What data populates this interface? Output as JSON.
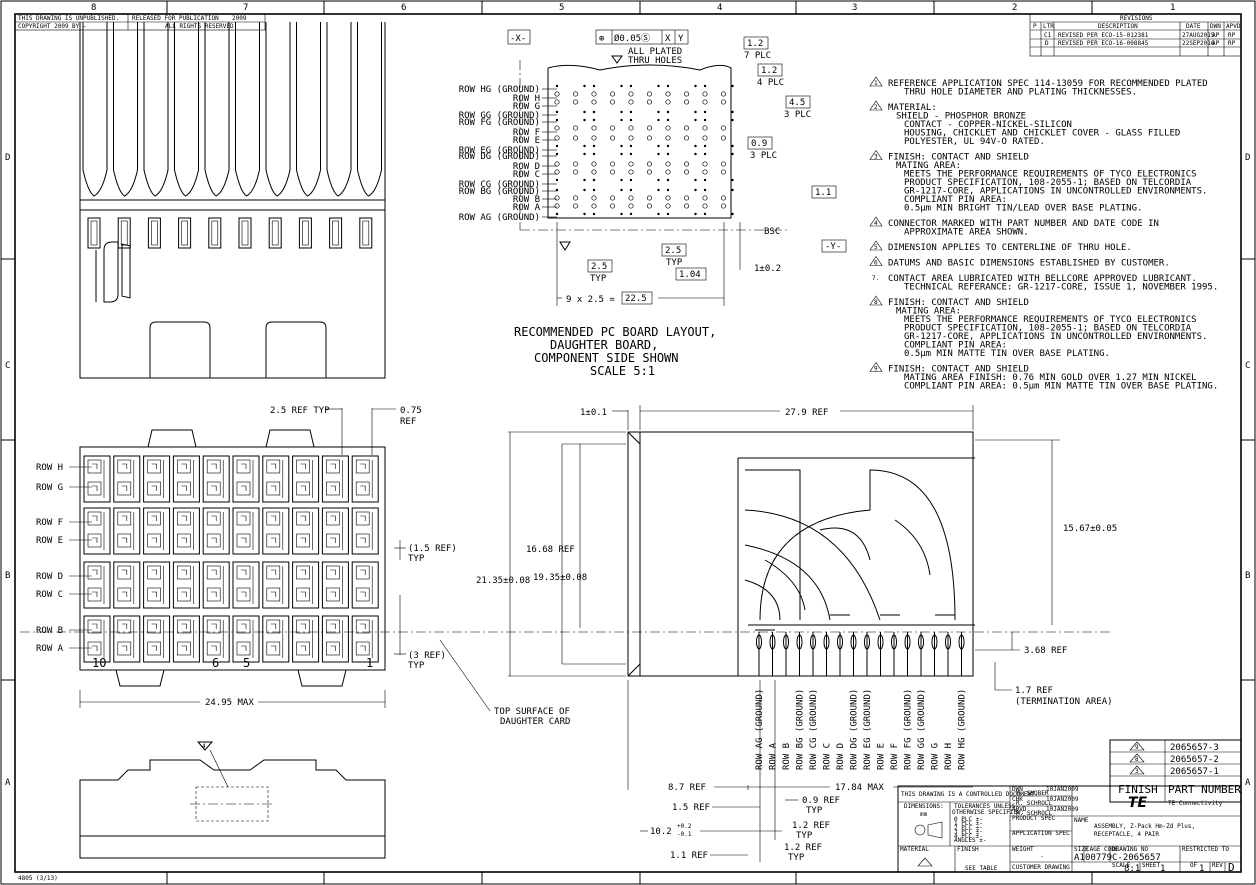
{
  "zones": {
    "columns": [
      "8",
      "7",
      "6",
      "5",
      "4",
      "3",
      "2",
      "1"
    ],
    "rows": [
      "D",
      "C",
      "B",
      "A"
    ]
  },
  "header": {
    "unpublished": "THIS DRAWING IS UNPUBLISHED.",
    "copyright": "COPYRIGHT 2009",
    "by": "BY -",
    "released": "RELEASED FOR PUBLICATION",
    "year": "2009",
    "rights": "ALL RIGHTS RESERVED."
  },
  "revisions": {
    "title": "REVISIONS",
    "cols": [
      "P",
      "LTR",
      "DESCRIPTION",
      "DATE",
      "DWN",
      "APVD"
    ],
    "rows": [
      {
        "ltr": "C1",
        "desc": "REVISED PER ECO-15-012381",
        "date": "27AUG2015",
        "dwn": "AP",
        "apvd": "RP"
      },
      {
        "ltr": "D",
        "desc": "REVISED PER ECO-16-008845",
        "date": "22SEP2016",
        "dwn": "AP",
        "apvd": "RP"
      }
    ]
  },
  "layout": {
    "datum_x": "-X-",
    "datum_y": "-Y-",
    "tol_frame": [
      "⊕",
      "Ø0.05Ⓢ",
      "X",
      "Y"
    ],
    "all_plated_1": "ALL PLATED",
    "all_plated_2": "THRU HOLES",
    "rows_left": [
      "ROW HG (GROUND)",
      "ROW H",
      "ROW G",
      "ROW GG (GROUND)",
      "ROW FG (GROUND)",
      "ROW F",
      "ROW E",
      "ROW EG (GROUND)",
      "ROW DG (GROUND)",
      "ROW D",
      "ROW C",
      "ROW CG (GROUND)",
      "ROW BG (GROUND)",
      "ROW B",
      "ROW A",
      "ROW AG (GROUND)"
    ],
    "dims": {
      "d12": "1.2",
      "plc7": "7 PLC",
      "d12b": "1.2",
      "plc4": "4 PLC",
      "d45": "4.5",
      "plc3": "3 PLC",
      "d09": "0.9",
      "plc3b": "3 PLC",
      "d11": "1.1",
      "bsc": "BSC",
      "d25": "2.5",
      "typ": "TYP",
      "d25b": "2.5",
      "typb": "TYP",
      "d104": "1.04",
      "d102": "1±0.2",
      "pitch": "9 x 2.5 =",
      "pitch_val": "22.5"
    },
    "caption": [
      "RECOMMENDED PC BOARD LAYOUT,",
      "DAUGHTER BOARD,",
      "COMPONENT SIDE SHOWN",
      "SCALE  5:1"
    ]
  },
  "notes": [
    {
      "tag": "1",
      "lines": [
        "REFERENCE APPLICATION SPEC 114-13059 FOR RECOMMENDED PLATED",
        "THRU HOLE DIAMETER AND PLATING THICKNESSES."
      ]
    },
    {
      "tag": "2",
      "lines": [
        "MATERIAL:",
        "SHIELD - PHOSPHOR BRONZE",
        "CONTACT - COPPER-NICKEL-SILICON",
        "HOUSING, CHICKLET AND CHICKLET COVER - GLASS FILLED",
        "POLYESTER, UL 94V-O RATED."
      ]
    },
    {
      "tag": "3",
      "lines": [
        "FINISH: CONTACT AND SHIELD",
        "MATING AREA:",
        "MEETS THE PERFORMANCE REQUIREMENTS OF TYCO ELECTRONICS",
        "PRODUCT SPECIFICATION, 108-2055-1; BASED ON TELCORDIA",
        "GR-1217-CORE, APPLICATIONS IN UNCONTROLLED ENVIRONMENTS.",
        "COMPLIANT PIN AREA:",
        "0.5µm MIN BRIGHT TIN/LEAD OVER BASE PLATING."
      ]
    },
    {
      "tag": "4",
      "lines": [
        "CONNECTOR MARKED WITH PART NUMBER AND DATE CODE IN",
        "APPROXIMATE AREA SHOWN."
      ]
    },
    {
      "tag": "5",
      "lines": [
        "DIMENSION APPLIES TO CENTERLINE OF THRU HOLE."
      ]
    },
    {
      "tag": "6",
      "lines": [
        "DATUMS AND BASIC DIMENSIONS ESTABLISHED BY CUSTOMER."
      ]
    },
    {
      "tag": "7.",
      "lines": [
        "CONTACT AREA LUBRICATED WITH BELLCORE APPROVED LUBRICANT.",
        "TECHNICAL REFERANCE: GR-1217-CORE, ISSUE 1, NOVEMBER 1995."
      ]
    },
    {
      "tag": "8",
      "lines": [
        "FINISH: CONTACT AND SHIELD",
        "MATING AREA:",
        "MEETS THE PERFORMANCE REQUIREMENTS OF TYCO ELECTRONICS",
        "PRODUCT SPECIFICATION, 108-2055-1; BASED ON TELCORDIA",
        "GR-1217-CORE, APPLICATIONS IN UNCONTROLLED ENVIRONMENTS.",
        "COMPLIANT PIN AREA:",
        "0.5µm MIN MATTE TIN OVER BASE PLATING."
      ]
    },
    {
      "tag": "9",
      "lines": [
        "FINISH: CONTACT AND SHIELD",
        "MATING AREA FINISH: 0.76 MIN GOLD OVER 1.27 MIN NICKEL",
        "COMPLIANT PIN AREA: 0.5µm MIN MATTE TIN OVER BASE PLATING."
      ]
    }
  ],
  "front": {
    "rows": [
      "ROW H",
      "ROW G",
      "ROW F",
      "ROW E",
      "ROW D",
      "ROW C",
      "ROW B",
      "ROW A"
    ],
    "col_nums": [
      "10",
      "6",
      "5",
      "1"
    ],
    "dim_pitch": "2.5 REF TYP",
    "dim_075": "0.75",
    "ref": "REF",
    "dim_15": "(1.5 REF)",
    "typ": "TYP",
    "dim_3": "(3 REF)",
    "typ2": "TYP",
    "width": "24.95 MAX",
    "top_surface_1": "TOP SURFACE OF",
    "top_surface_2": "DAUGHTER CARD"
  },
  "side": {
    "d_1": "1±0.1",
    "d_279": "27.9 REF",
    "d_1668": "16.68 REF",
    "d_2135": "21.35±0.08",
    "d_1935": "19.35±0.08",
    "d_1567": "15.67±0.05",
    "d_368": "3.68 REF",
    "d_17": "1.7 REF",
    "term": "(TERMINATION AREA)",
    "pins": [
      "ROW AG (GROUND)",
      "ROW A",
      "ROW B",
      "ROW BG (GROUND)",
      "ROW CG (GROUND)",
      "ROW C",
      "ROW D",
      "ROW DG (GROUND)",
      "ROW EG (GROUND)",
      "ROW E",
      "ROW F",
      "ROW FG (GROUND)",
      "ROW GG (GROUND)",
      "ROW G",
      "ROW H",
      "ROW HG (GROUND)"
    ],
    "d_87": "8.7 REF",
    "d_1784": "17.84 MAX",
    "d_15": "1.5 REF",
    "d_09": "0.9 REF",
    "typ_a": "TYP",
    "d_102": "10.2",
    "d_102_up": "+0.2",
    "d_102_dn": "-0.1",
    "d_12": "1.2 REF",
    "typ_b": "TYP",
    "d_11": "1.1 REF",
    "d_12b": "1.2 REF",
    "typ_c": "TYP"
  },
  "parts": {
    "rows": [
      {
        "tag": "9",
        "pn": "2065657-3"
      },
      {
        "tag": "8",
        "pn": "2065657-2"
      },
      {
        "tag": "3",
        "pn": "2065657-1"
      }
    ],
    "h_finish": "FINISH",
    "h_pn": "PART NUMBER"
  },
  "title_block": {
    "controlled": "THIS DRAWING IS A CONTROLLED DOCUMENT.",
    "dwn": "DWN",
    "dwn_name": "M. SHOBER",
    "dwn_date": "10JAN2009",
    "chk": "CHK",
    "chk_name": "R. SCHROLL",
    "chk_date": "10JAN2009",
    "appvd": "APVD",
    "appvd_name": "R. SCHROLL",
    "appvd_date": "10JAN2009",
    "dimensions": "DIMENSIONS:",
    "mm": "mm",
    "tolerances": "TOLERANCES UNLESS",
    "otherwise": "OTHERWISE SPECIFIED:",
    "tol_lines": [
      "0 PLC ±-",
      "1 PLC ±-",
      "2 PLC ±-",
      "3 PLC ±-",
      "4 PLC ±-",
      "ANGLES ±-"
    ],
    "product_spec": "PRODUCT SPEC",
    "app_spec": "APPLICATION SPEC",
    "weight": "WEIGHT",
    "weight_val": "-",
    "material": "MATERIAL",
    "finish": "FINISH",
    "see_table": "SEE TABLE",
    "company": "TE Connectivity",
    "logo": "TE",
    "name_lbl": "NAME",
    "name_1": "ASSEMBLY, Z-Pack Hm-Zd Plus,",
    "name_2": "RECEPTACLE, 4 PAIR",
    "size_lbl": "SIZE",
    "size": "A1",
    "cage_lbl": "CAGE CODE",
    "cage": "00779",
    "dwg_lbl": "DRAWING NO",
    "dwg": "C-2065657",
    "restricted": "RESTRICTED TO",
    "customer": "CUSTOMER DRAWING",
    "scale_lbl": "SCALE",
    "scale": "8:1",
    "sheet_lbl": "SHEET",
    "sheet": "1",
    "of_lbl": "OF",
    "of": "1",
    "rev_lbl": "REV",
    "rev": "D"
  },
  "footer_code": "4805 (3/13)",
  "marker_4": "4"
}
